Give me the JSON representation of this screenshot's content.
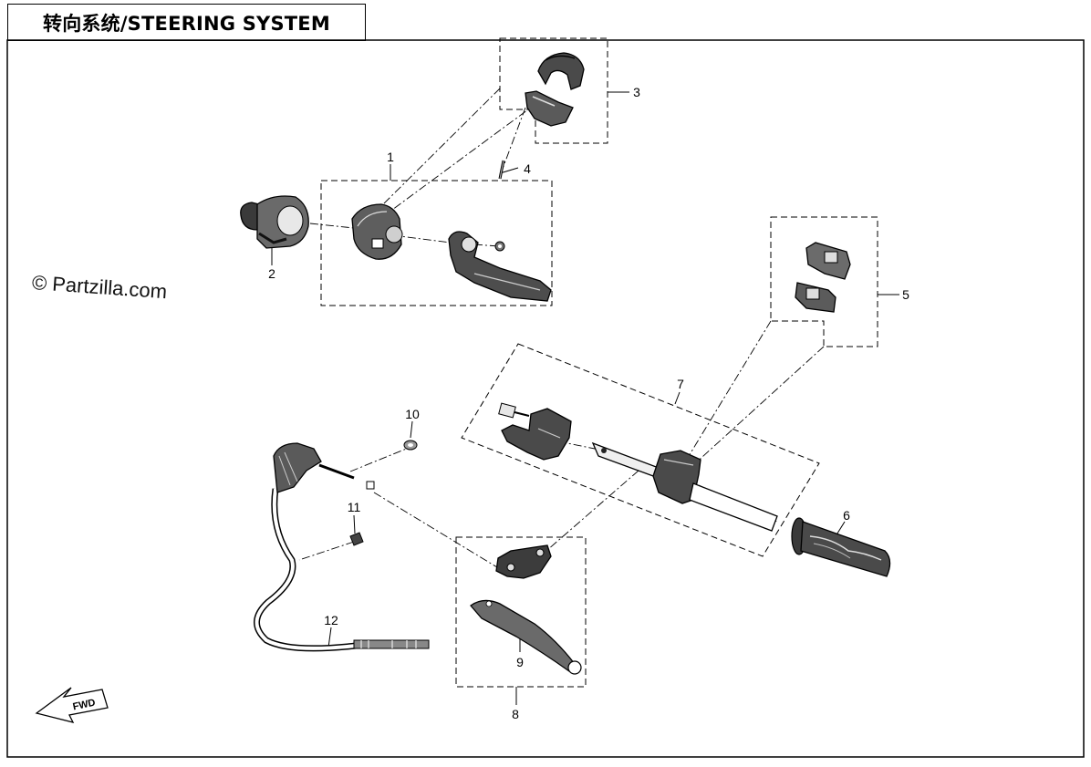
{
  "title": "转向系统/STEERING SYSTEM",
  "watermark": "© Partzilla.com",
  "callouts": [
    "1",
    "2",
    "3",
    "4",
    "5",
    "6",
    "7",
    "8",
    "9",
    "10",
    "11",
    "12"
  ],
  "fwd_label": "FWD",
  "colors": {
    "line": "#000000",
    "fill_dark": "#2a2a2a",
    "fill_mid": "#8a8a8a",
    "fill_light": "#d8d8d8",
    "background": "#ffffff"
  }
}
